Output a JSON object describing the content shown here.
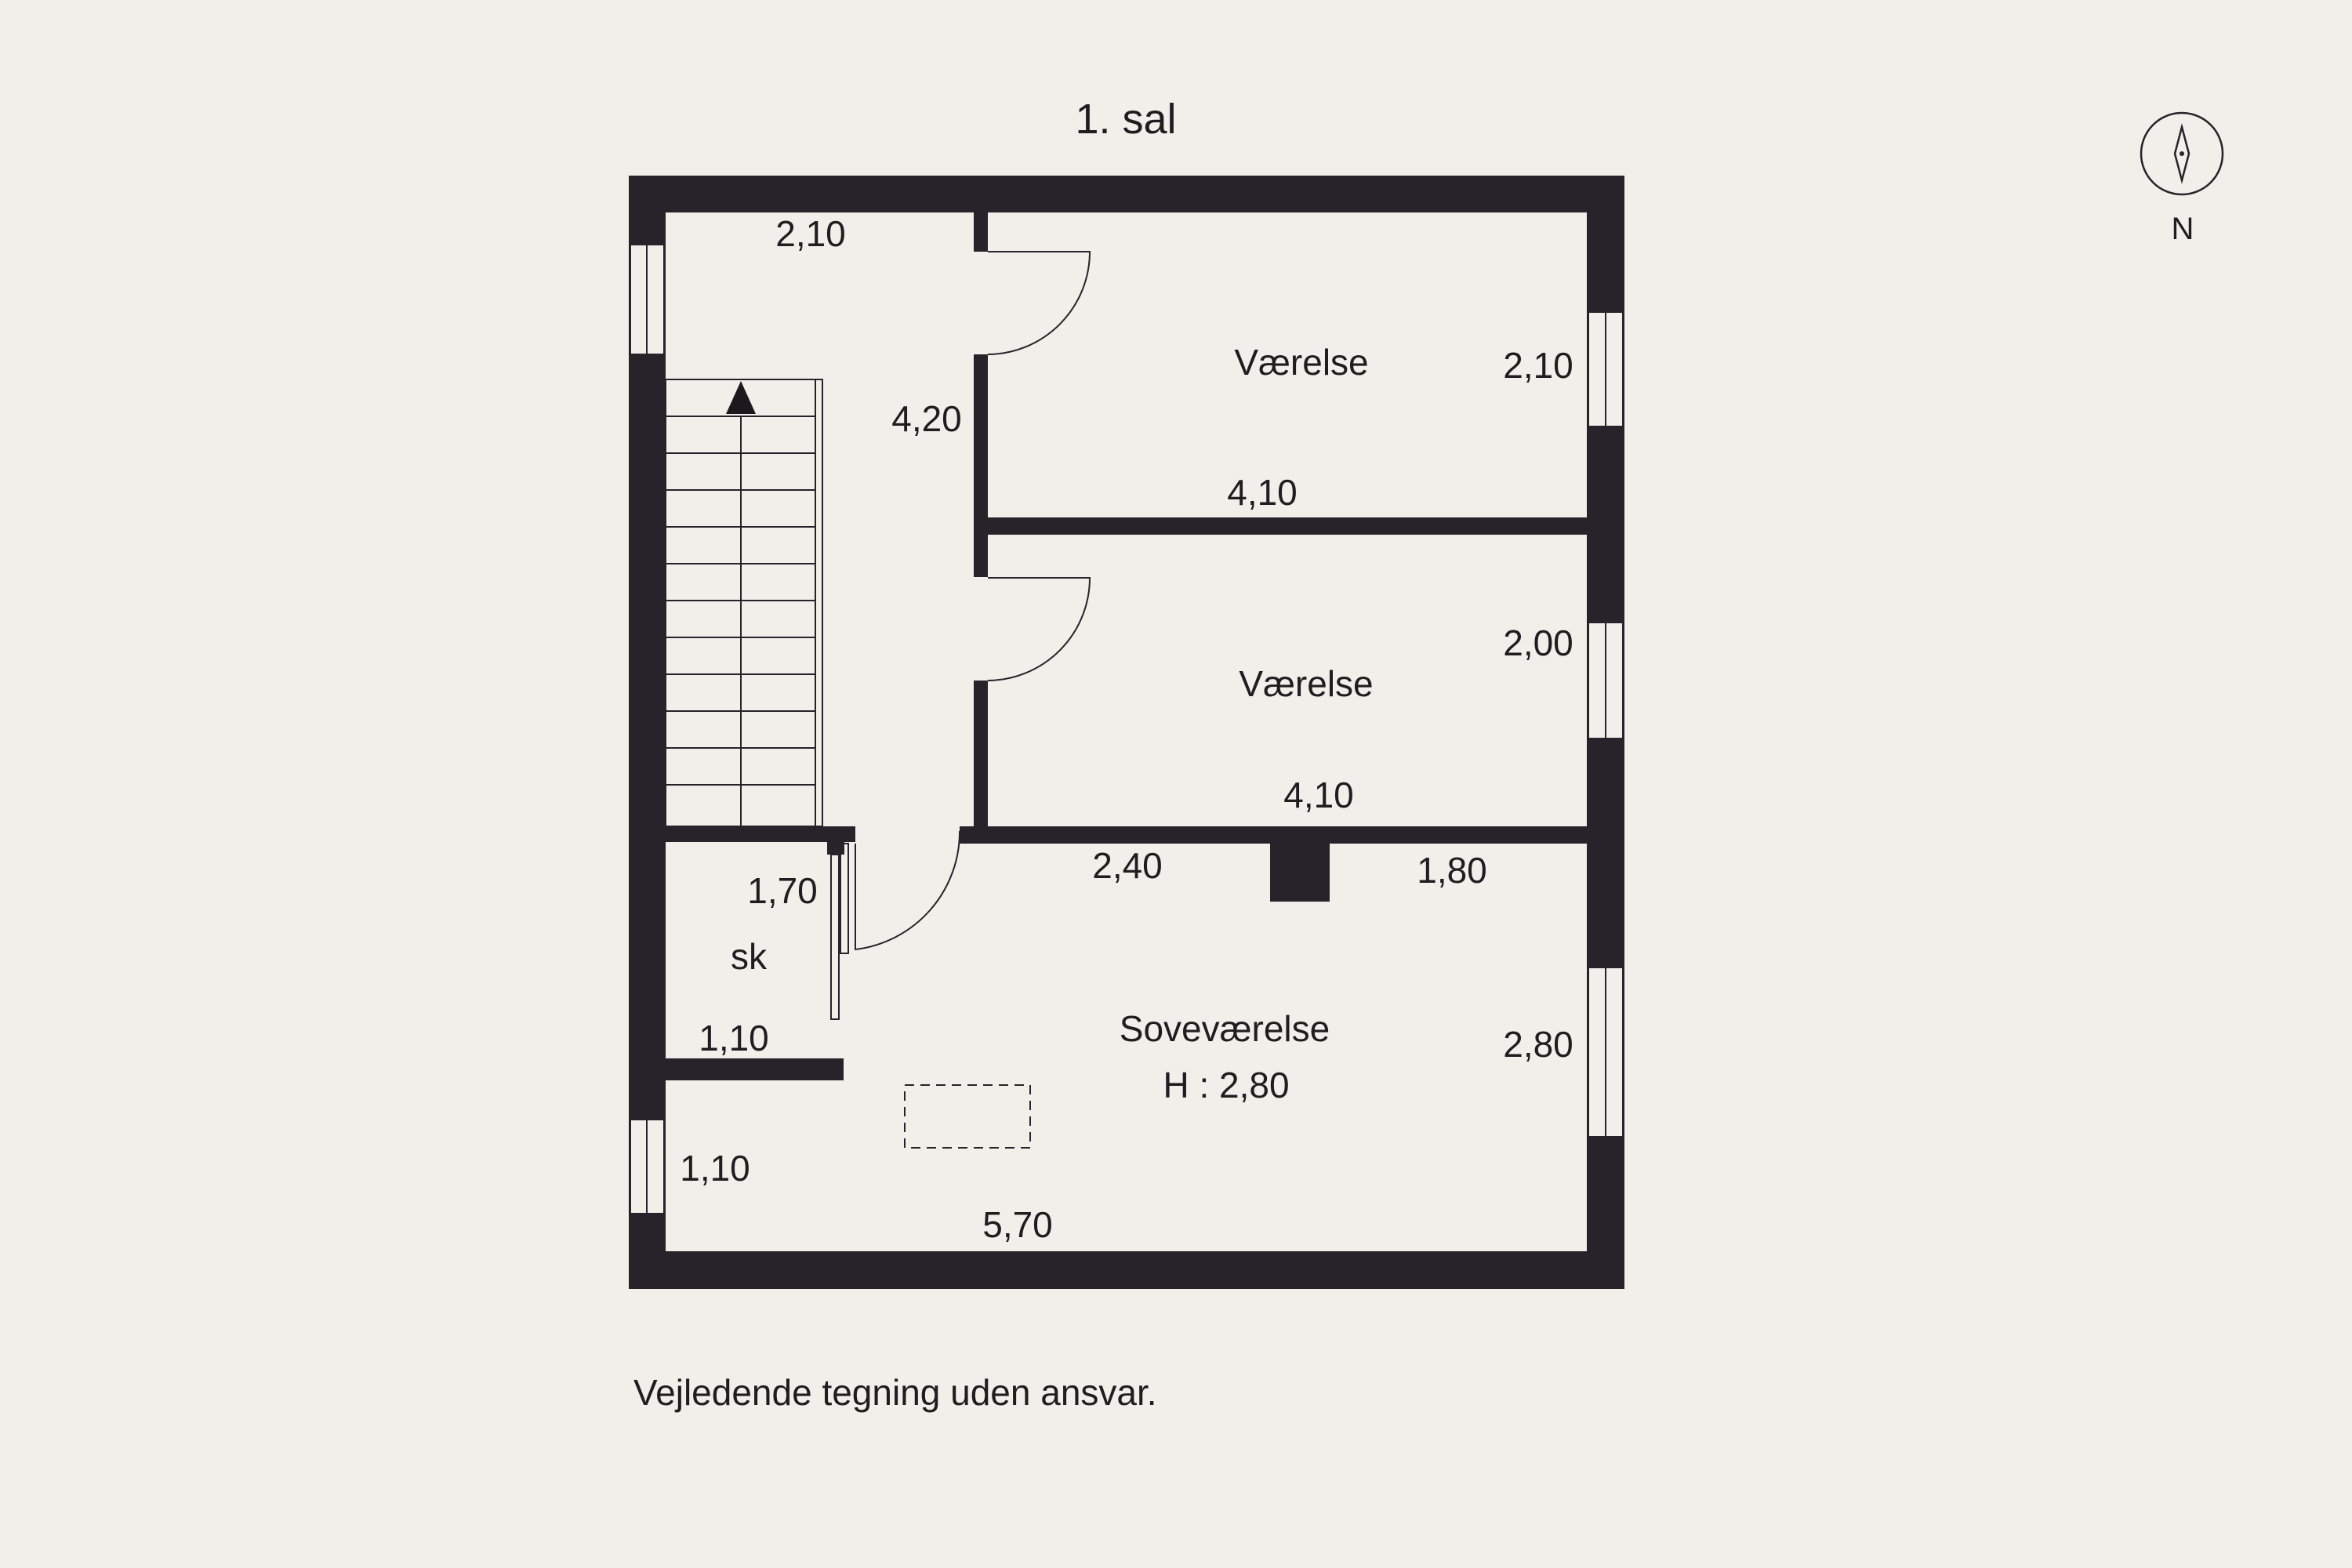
{
  "floor_title": "1. sal",
  "rooms": {
    "room_upper": "Værelse",
    "room_middle": "Værelse",
    "bedroom": "Soveværelse",
    "bedroom_height": "H : 2,80",
    "closet": "sk"
  },
  "dimensions": {
    "hall_top": "2,10",
    "hall_height": "4,20",
    "upper_room_height": "2,10",
    "upper_room_width": "4,10",
    "middle_room_height": "2,00",
    "middle_room_width": "4,10",
    "bedroom_top_left": "2,40",
    "bedroom_top_right": "1,80",
    "bedroom_height": "2,80",
    "bedroom_width": "5,70",
    "closet_height": "1,70",
    "closet_width": "1,10",
    "bedroom_left_nook": "1,10"
  },
  "compass_label": "N",
  "disclaimer": "Vejledende tegning uden ansvar.",
  "colors": {
    "background": "#f0efe9",
    "wall": "#26232a",
    "line": "#26232a"
  }
}
